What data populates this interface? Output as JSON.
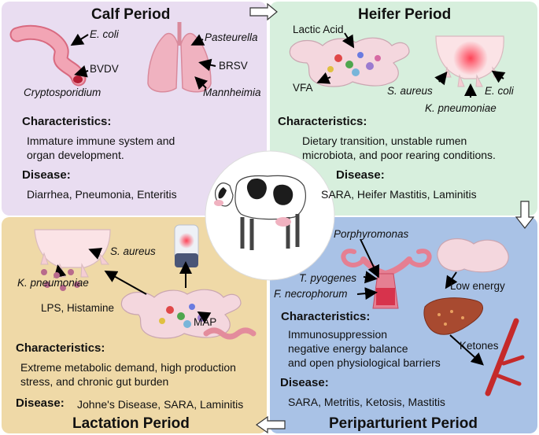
{
  "calf": {
    "title": "Calf Period",
    "labels": {
      "ecoli": "E. coli",
      "bvdv": "BVDV",
      "crypto": "Cryptosporidium",
      "pasteurella": "Pasteurella",
      "brsv": "BRSV",
      "mannheimia": "Mannheimia"
    },
    "characteristics_heading": "Characteristics:",
    "characteristics_lines": [
      "Immature immune system and",
      "organ development."
    ],
    "disease_heading": "Disease:",
    "disease_text": "Diarrhea, Pneumonia, Enteritis"
  },
  "heifer": {
    "title": "Heifer Period",
    "labels": {
      "lactic": "Lactic Acid",
      "vfa": "VFA",
      "saureus": "S. aureus",
      "ecoli": "E. coli",
      "kpneu": "K. pneumoniae"
    },
    "characteristics_heading": "Characteristics:",
    "characteristics_lines": [
      "Dietary transition, unstable rumen",
      "microbiota, and poor rearing conditions."
    ],
    "disease_heading": "Disease:",
    "disease_text": "SARA, Heifer Mastitis, Laminitis"
  },
  "lactation": {
    "title": "Lactation Period",
    "labels": {
      "saureus": "S. aureus",
      "kpneu": "K. pneumoniae",
      "lps": "LPS, Histamine",
      "map": "MAP"
    },
    "characteristics_heading": "Characteristics:",
    "characteristics_lines": [
      "Extreme metabolic demand, high production",
      "stress, and chronic gut burden"
    ],
    "disease_heading": "Disease:",
    "disease_text": "Johne's Disease, SARA, Laminitis"
  },
  "periparturient": {
    "title": "Periparturient Period",
    "labels": {
      "porph": "Porphyromonas",
      "tpyo": "T. pyogenes",
      "fnec": "F. necrophorum",
      "lowenergy": "Low energy",
      "ketones": "Ketones"
    },
    "characteristics_heading": "Characteristics:",
    "characteristics_lines": [
      "Immunosuppression",
      "negative energy balance",
      "and open physiological barriers"
    ],
    "disease_heading": "Disease:",
    "disease_text": "SARA, Metritis, Ketosis, Mastitis"
  },
  "colors": {
    "calf": "#e9ddf1",
    "heifer": "#d7efdd",
    "lactation": "#efd9a7",
    "periparturient": "#a9c2e6",
    "tissue": "#f2b8c6",
    "udder": "#fbe3e6",
    "inflammation": "#ff4d5e"
  }
}
